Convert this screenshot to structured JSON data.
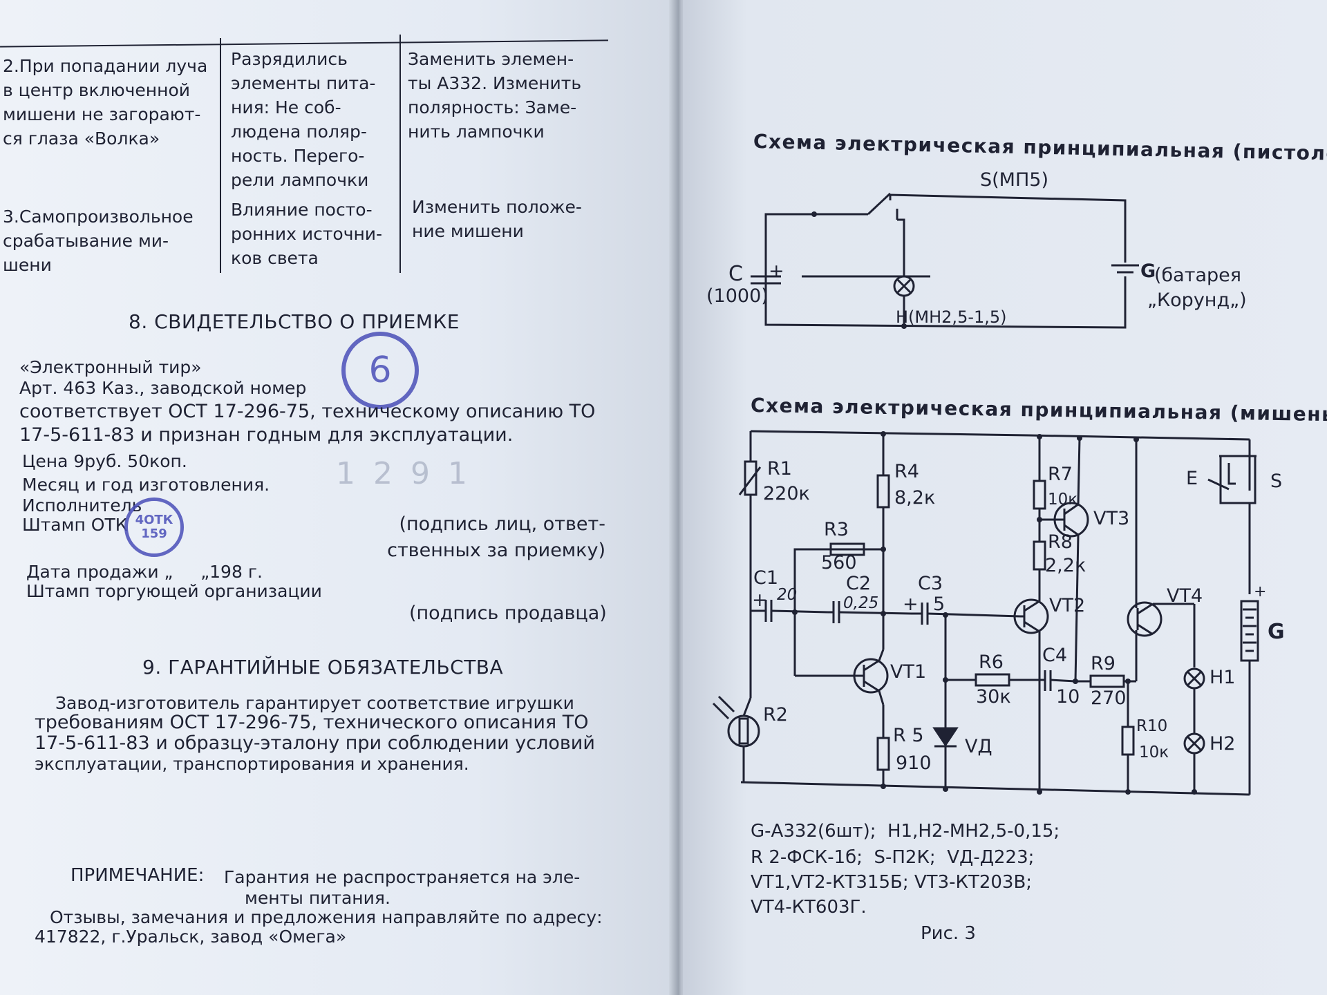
{
  "left_page": {
    "table_rows": [
      {
        "fault": "2.При попадании луча\n в центр включенной\n мишени не загорают-\n ся глаза «Волка»",
        "cause": "Разрядились\nэлементы пита-\nния: Не соб-\nлюдена поляр-\nность. Перего-\nрели лампочки",
        "remedy": "Заменить элемен-\nты А332. Изменить\nполярность: Заме-\nнить лампочки"
      },
      {
        "fault": "3.Самопроизвольное\n срабатывание ми-\n шени",
        "cause": "Влияние посто-\nронних источни-\nков света",
        "remedy": "Изменить положе-\nние мишени"
      }
    ],
    "section8": {
      "heading": "8. СВИДЕТЕЛЬСТВО О ПРИЕМКЕ",
      "lines": [
        "«Электронный тир»",
        "Арт. 463 Каз., заводской номер",
        "соответствует ОСТ 17-296-75, техническому описанию ТО",
        "17-5-611-83 и признан годным для эксплуатации.",
        "Цена 9руб. 50коп.",
        "Месяц и год изготовления.",
        "Исполнитель",
        "Штамп ОТК"
      ],
      "signature_responsible": "(подпись лиц, ответ-\nственных за приемку)",
      "sale_date": "Дата продажи „     „198 г.",
      "trade_stamp": "Штамп торгующей организации",
      "signature_seller": "(подпись продавца)"
    },
    "section9": {
      "heading": "9. ГАРАНТИЙНЫЕ ОБЯЗАТЕЛЬСТВА",
      "lines": [
        "Завод-изготовитель гарантирует соответствие игрушки",
        "требованиям ОСТ 17-296-75, технического описания ТО",
        "17-5-611-83 и образцу-эталону при соблюдении условий",
        "эксплуатации, транспортирования и хранения."
      ]
    },
    "note": {
      "label": "ПРИМЕЧАНИЕ:",
      "text": "Гарантия не распространяется на эле-",
      "text2": "менты питания."
    },
    "address_lines": [
      "Отзывы, замечания и предложения направляйте по адресу:",
      "417822, г.Уральск, завод «Омега»"
    ],
    "stamps": {
      "round_number": "6",
      "otk_line1": "4ОТК",
      "otk_line2": "159",
      "faint_date": "1 2 9 1"
    }
  },
  "right_page": {
    "pistol": {
      "title": "Схема электрическая принципиальная (пистолет)",
      "switch": "S(МП5)",
      "capacitor": "C",
      "capacitor_value": "(1000)",
      "plus": "+",
      "battery_symbol": "G",
      "battery_label1": "(батарея",
      "battery_label2": "„Корунд„)",
      "lamp": "H(МН2,5-1,5)"
    },
    "target": {
      "title": "Схема электрическая принципиальная (мишень)",
      "components": {
        "R1": "R1",
        "R1v": "220к",
        "R2": "R2",
        "R3": "R3",
        "R3v": "560",
        "R4": "R4",
        "R4v": "8,2к",
        "R5": "R 5",
        "R5v": "910",
        "R6": "R6",
        "R6v": "30к",
        "R7": "R7",
        "R7v": "10к",
        "R8": "R8",
        "R8v": "2,2к",
        "R9": "R9",
        "R9v": "270",
        "R10": "R10",
        "R10v": "10к",
        "C1": "C1",
        "C1v": "20",
        "C2": "C2",
        "C2v": "0,25",
        "C3": "C3",
        "C3v": "5",
        "C4": "C4",
        "C4v": "10",
        "VT1": "VT1",
        "VT2": "VT2",
        "VT3": "VT3",
        "VT4": "VT4",
        "VD": "VД",
        "H1": "H1",
        "H2": "H2",
        "E": "E",
        "S": "S",
        "G": "G",
        "plus": "+"
      }
    },
    "legend_lines": [
      "G-А332(6шт);  Н1,Н2-МН2,5-0,15;",
      "R 2-ФСК-1б;  S-П2К;  VД-Д223;",
      "VT1,VT2-КТ315Б; VT3-КТ203В;",
      "VT4-КТ603Г."
    ],
    "figure_caption": "Рис. 3"
  }
}
